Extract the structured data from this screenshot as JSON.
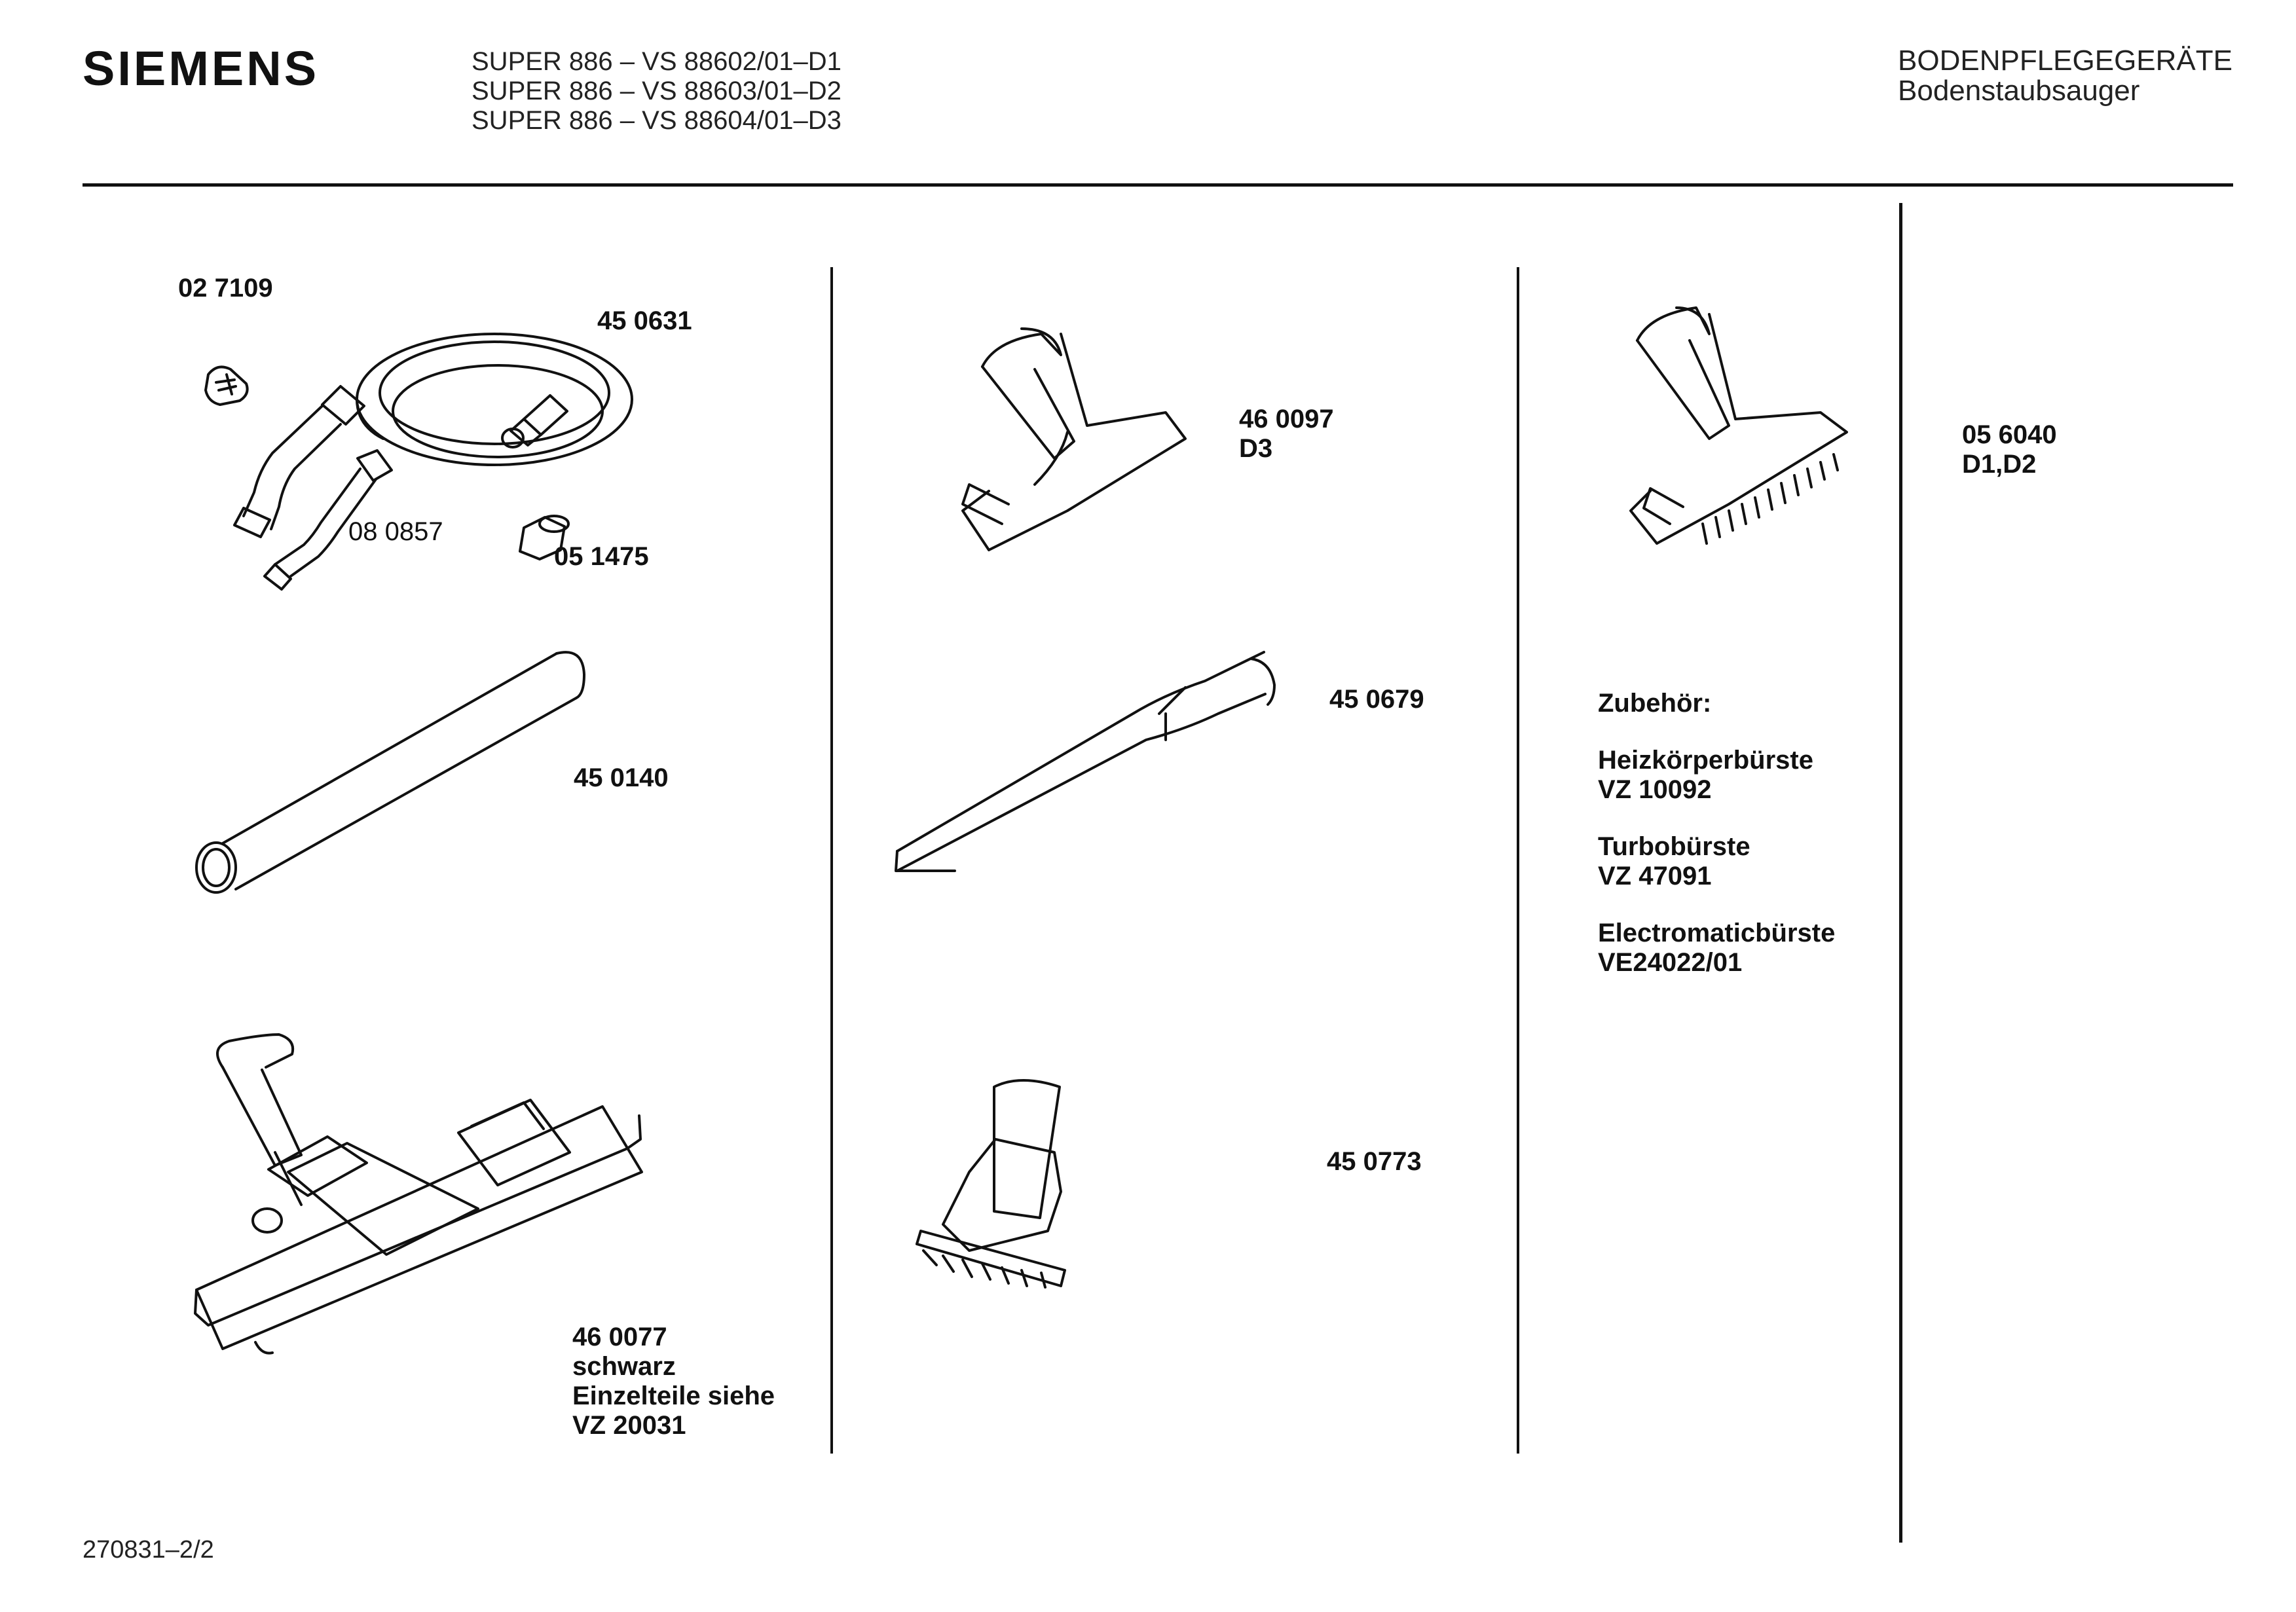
{
  "header": {
    "brand": "SIEMENS",
    "models": [
      "SUPER 886 – VS 88602/01–D1",
      "SUPER 886 – VS 88603/01–D2",
      "SUPER 886 – VS 88604/01–D3"
    ],
    "category": "BODENPFLEGEGERÄTE",
    "subcategory": "Bodenstaubsauger"
  },
  "parts": {
    "clip": "02 7109",
    "hose": "45 0631",
    "bend_tube": "08 0857",
    "adapter": "05 1475",
    "tube": "45 0140",
    "floor_nozzle": [
      "46 0077",
      "schwarz",
      "Einzelteile siehe",
      "VZ 20031"
    ],
    "upholstery_nozzle": [
      "46 0097",
      "D3"
    ],
    "crevice_tool": "45 0679",
    "dust_brush": "45 0773",
    "brush_nozzle": [
      "05 6040",
      "D1,D2"
    ]
  },
  "accessories": {
    "heading": "Zubehör:",
    "items": [
      {
        "name": "Heizkörperbürste",
        "code": "VZ 10092"
      },
      {
        "name": "Turbobürste",
        "code": "VZ 47091"
      },
      {
        "name": "Electromaticbürste",
        "code": "VE24022/01"
      }
    ]
  },
  "footer": {
    "page_ref": "270831–2/2"
  }
}
